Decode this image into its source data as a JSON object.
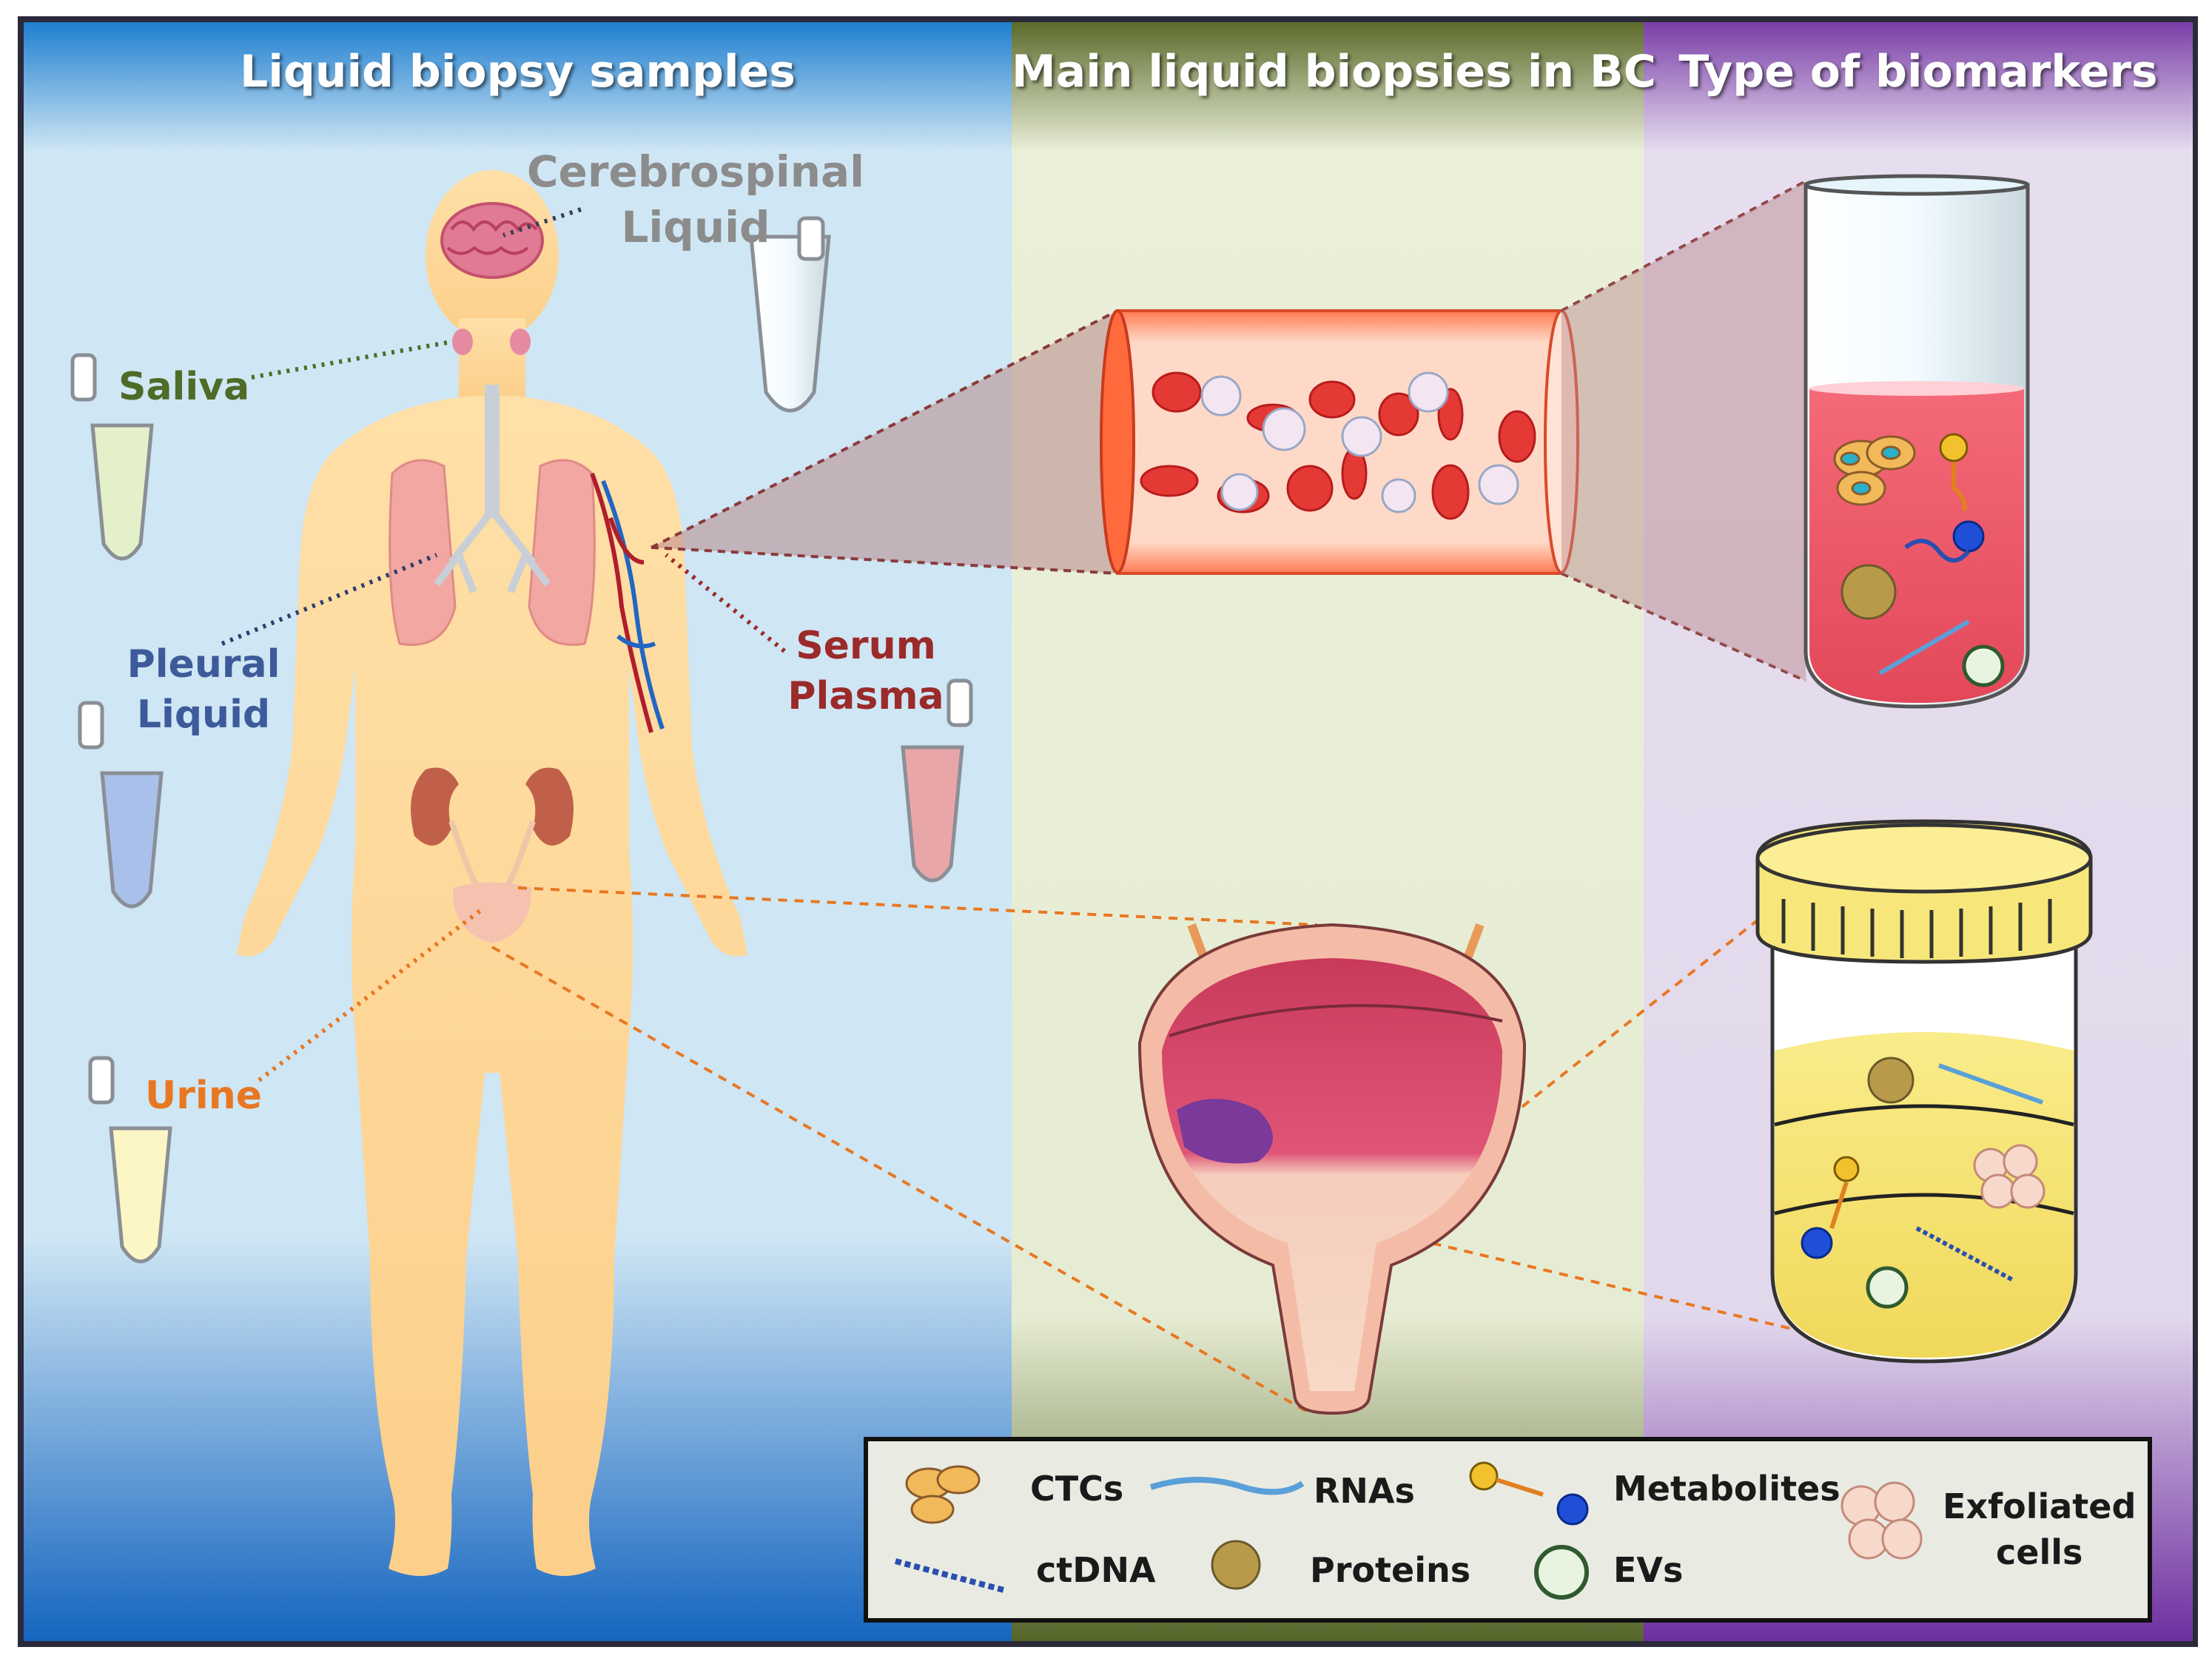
{
  "panels": {
    "left_title": "Liquid biopsy samples",
    "middle_title": "Main liquid biopsies in BC",
    "right_title": "Type of biomarkers"
  },
  "samples": {
    "csf_line1": "Cerebrospinal",
    "csf_line2": "Liquid",
    "saliva": "Saliva",
    "pleural_line1": "Pleural",
    "pleural_line2": "Liquid",
    "serum_line1": "Serum",
    "serum_line2": "Plasma",
    "urine": "Urine"
  },
  "legend": {
    "ctcs": "CTCs",
    "rnas": "RNAs",
    "metabolites": "Metabolites",
    "exfoliated_line1": "Exfoliated",
    "exfoliated_line2": "cells",
    "ctdna": "ctDNA",
    "proteins": "Proteins",
    "evs": "EVs"
  },
  "colors": {
    "csf": "#8c8c8c",
    "saliva": "#4f6b28",
    "pleural": "#3d5a9a",
    "serum": "#9b2a2a",
    "urine": "#e87722",
    "left_panel": "#2f86d1",
    "middle_panel": "#5c6b2e",
    "right_panel": "#7b3fa8"
  }
}
